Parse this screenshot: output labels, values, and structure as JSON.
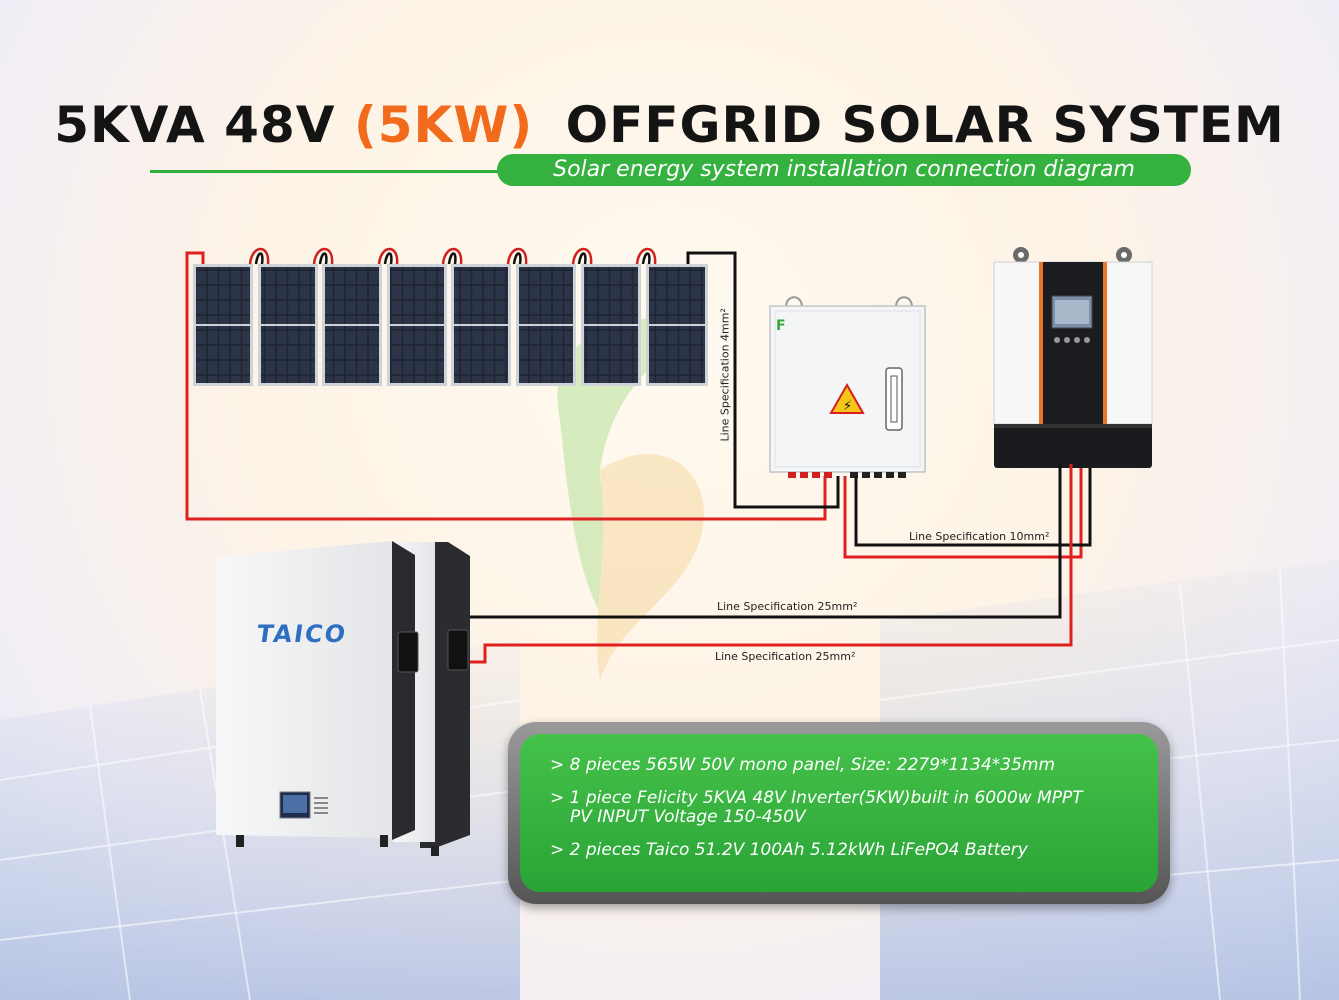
{
  "title": {
    "part1": "5KVA 48V",
    "accent": "(5KW)",
    "part2": "OFFGRID SOLAR SYSTEM"
  },
  "subtitle": "Solar energy system installation connection diagram",
  "components": {
    "panel_count": 8,
    "battery_brand": "TAICO"
  },
  "wire_labels": {
    "panel_to_combiner": "Line Specification 4mm²",
    "combiner_to_inverter": "Line Specification 10mm²",
    "battery_negative": "Line Specification 25mm²",
    "battery_positive": "Line Specification 25mm²"
  },
  "specs": {
    "panels": "> 8 pieces 565W 50V mono panel, Size: 2279*1134*35mm",
    "inverter_line1": "> 1 piece Felicity 5KVA 48V Inverter(5KW)built in  6000w MPPT",
    "inverter_line2": "PV INPUT Voltage 150-450V",
    "battery": "> 2 pieces Taico 51.2V 100Ah 5.12kWh LiFePO4 Battery"
  },
  "colors": {
    "accent": "#f26b1d",
    "green": "#34b13f",
    "wire_positive": "#e02020",
    "wire_negative": "#111111"
  }
}
